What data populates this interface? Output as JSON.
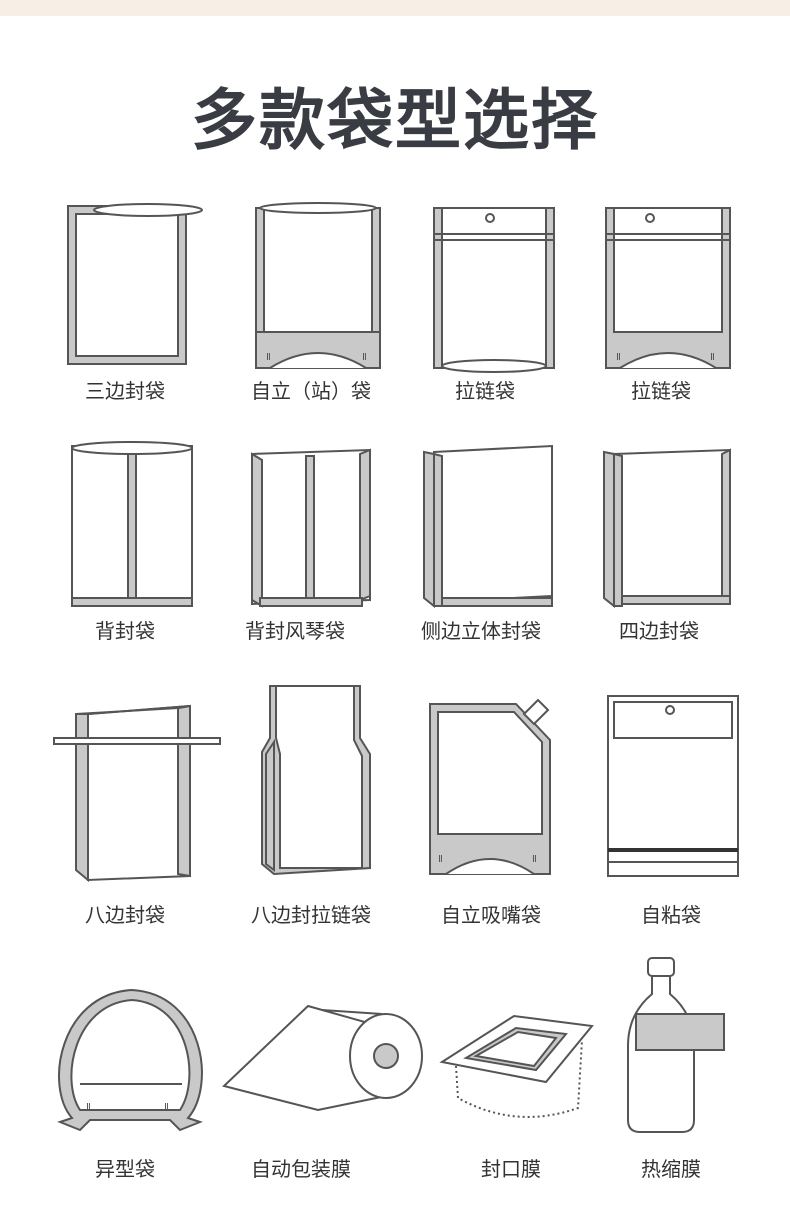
{
  "title": "多款袋型选择",
  "colors": {
    "title": "#3a3c43",
    "band": "#f7efe6",
    "seal": "#c9c9c9",
    "line": "#555555"
  },
  "items": [
    {
      "label": "三边封袋",
      "icon": "three-side-seal-bag-icon"
    },
    {
      "label": "自立（站）袋",
      "icon": "stand-up-pouch-icon"
    },
    {
      "label": "拉链袋",
      "icon": "zipper-bag-icon"
    },
    {
      "label": "拉链袋",
      "icon": "stand-up-zipper-bag-icon"
    },
    {
      "label": "背封袋",
      "icon": "back-seal-bag-icon"
    },
    {
      "label": "背封风琴袋",
      "icon": "back-seal-gusset-bag-icon"
    },
    {
      "label": "侧边立体封袋",
      "icon": "side-gusset-bag-icon"
    },
    {
      "label": "四边封袋",
      "icon": "four-side-seal-bag-icon"
    },
    {
      "label": "八边封袋",
      "icon": "eight-side-seal-bag-icon"
    },
    {
      "label": "八边封拉链袋",
      "icon": "eight-side-zipper-bag-icon"
    },
    {
      "label": "自立吸嘴袋",
      "icon": "spout-pouch-icon"
    },
    {
      "label": "自粘袋",
      "icon": "self-adhesive-bag-icon"
    },
    {
      "label": "异型袋",
      "icon": "shaped-bag-icon"
    },
    {
      "label": "自动包装膜",
      "icon": "roll-film-icon"
    },
    {
      "label": "封口膜",
      "icon": "lidding-film-icon"
    },
    {
      "label": "热缩膜",
      "icon": "shrink-sleeve-bottle-icon"
    }
  ]
}
